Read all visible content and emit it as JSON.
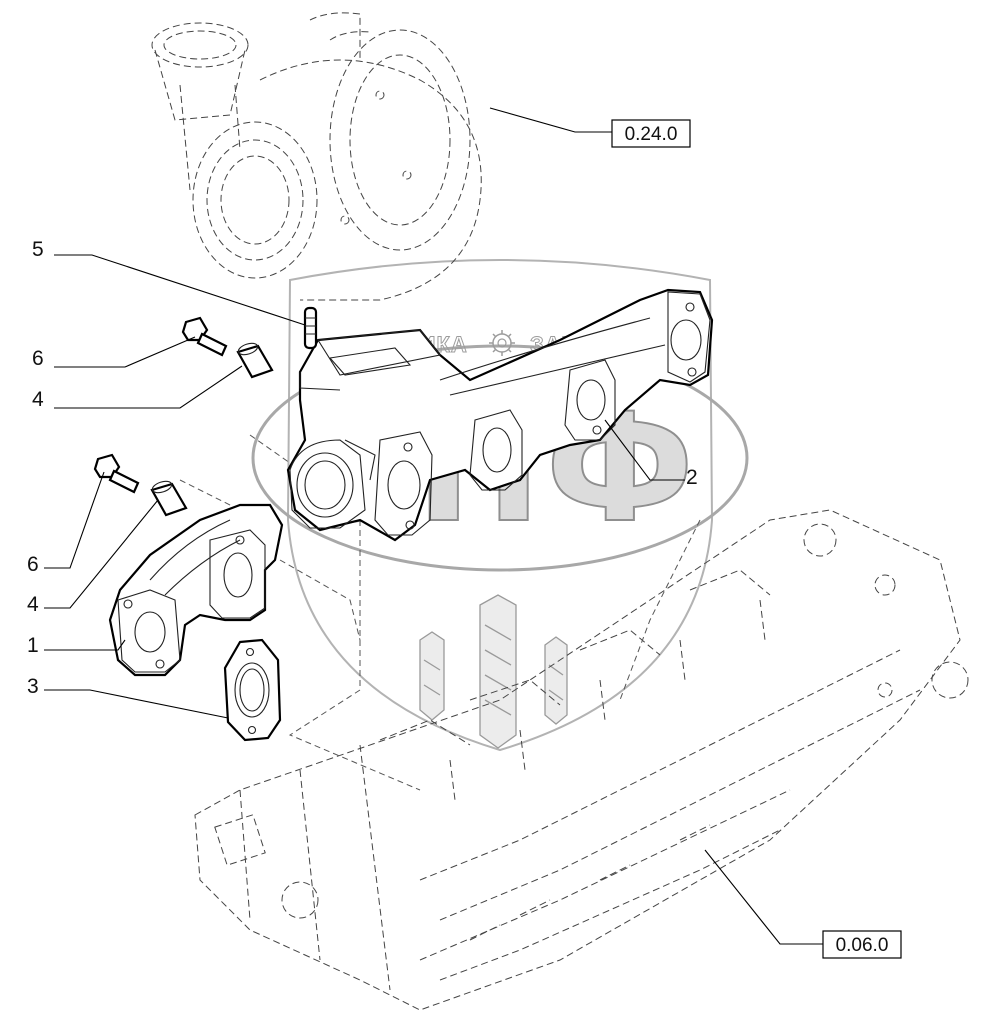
{
  "callouts": {
    "c5": "5",
    "c6a": "6",
    "c4a": "4",
    "c2": "2",
    "c6b": "6",
    "c4b": "4",
    "c1": "1",
    "c3": "3"
  },
  "refs": {
    "turbo": "0.24.0",
    "head": "0.06.0"
  },
  "watermark": {
    "left": "ТЕХНИКА",
    "right": "ЗАПЧАСТИ",
    "logo": "ЭПФ"
  }
}
